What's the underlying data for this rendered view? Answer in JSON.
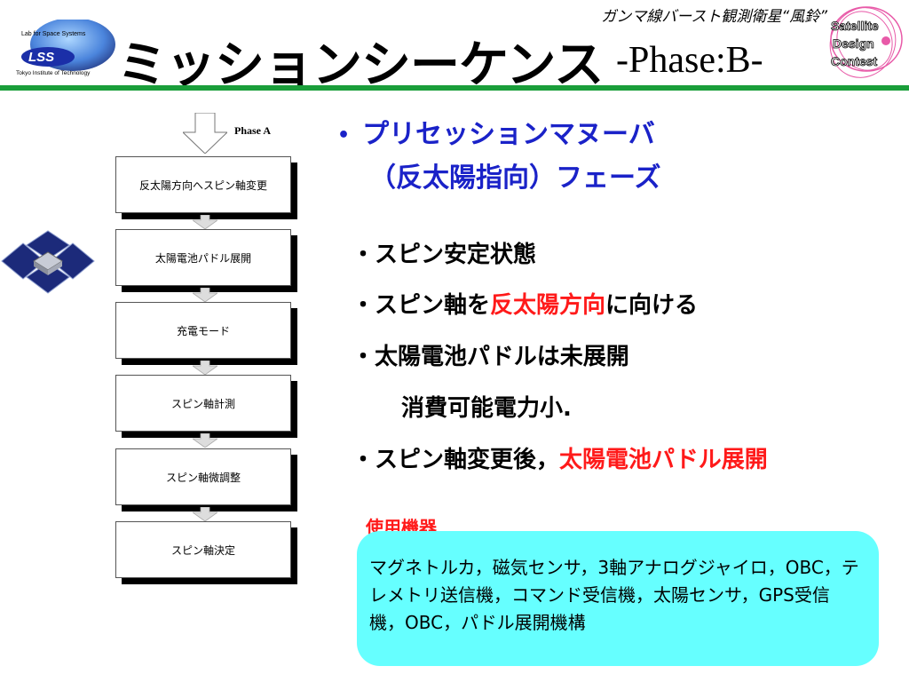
{
  "header": {
    "caption": "ガンマ線バースト観測衛星“風鈴”",
    "title": "ミッションシーケンス",
    "phase": "-Phase:B-",
    "logo_left": {
      "line1": "Lab for Space Systems",
      "mark": "LSS",
      "line2": "Tokyo Institute of Technology"
    },
    "logo_right": {
      "word1": "Satellite",
      "word2": "Design",
      "word3": "Contest"
    }
  },
  "flow": {
    "phase_a_label": "Phase A",
    "steps": [
      "反太陽方向へスピン軸変更",
      "太陽電池パドル展開",
      "充電モード",
      "スピン軸計測",
      "スピン軸微調整",
      "スピン軸決定"
    ]
  },
  "content": {
    "bullet": "•",
    "heading_line1": "プリセッションマヌーバ",
    "heading_line2": "（反太陽指向）フェーズ",
    "item1": "・スピン安定状態",
    "item2_pre": "・スピン軸を",
    "item2_red": "反太陽方向",
    "item2_post": "に向ける",
    "item3": "・太陽電池パドルは未展開",
    "item4": "消費可能電力小.",
    "item5_pre": "・スピン軸変更後，",
    "item5_red": "太陽電池パドル展開"
  },
  "equipment": {
    "label": "使用機器",
    "text": "マグネトルカ，磁気センサ，3軸アナログジャイロ，OBC，テレメトリ送信機，コマンド受信機，太陽センサ，GPS受信機，OBC，パドル展開機構"
  },
  "colors": {
    "accent_green": "#1a9e3a",
    "heading_blue": "#1a22c8",
    "highlight_red": "#ff1a1a",
    "box_cyan": "#66ffff"
  }
}
